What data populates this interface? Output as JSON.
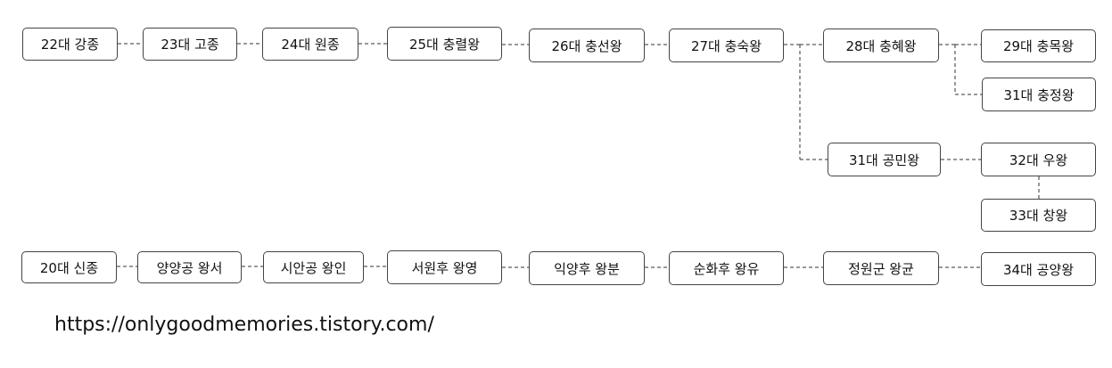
{
  "nodes": {
    "n22": "22대 강종",
    "n23": "23대 고종",
    "n24": "24대 원종",
    "n25": "25대 충렬왕",
    "n26": "26대 충선왕",
    "n27": "27대 충숙왕",
    "n28": "28대 충혜왕",
    "n29": "29대 충목왕",
    "n31a": "31대 충정왕",
    "n31b": "31대 공민왕",
    "n32": "32대 우왕",
    "n33": "33대 창왕",
    "n20": "20대 신종",
    "yangyang": "양양공 왕서",
    "sian": "시안공 왕인",
    "seowon": "서원후 왕영",
    "ikyang": "익양후 왕분",
    "sunhwa": "순화후 왕유",
    "jeongwon": "정원군 왕균",
    "n34": "34대 공양왕"
  },
  "footer": {
    "url": "https://onlygoodmemories.tistory.com/"
  }
}
